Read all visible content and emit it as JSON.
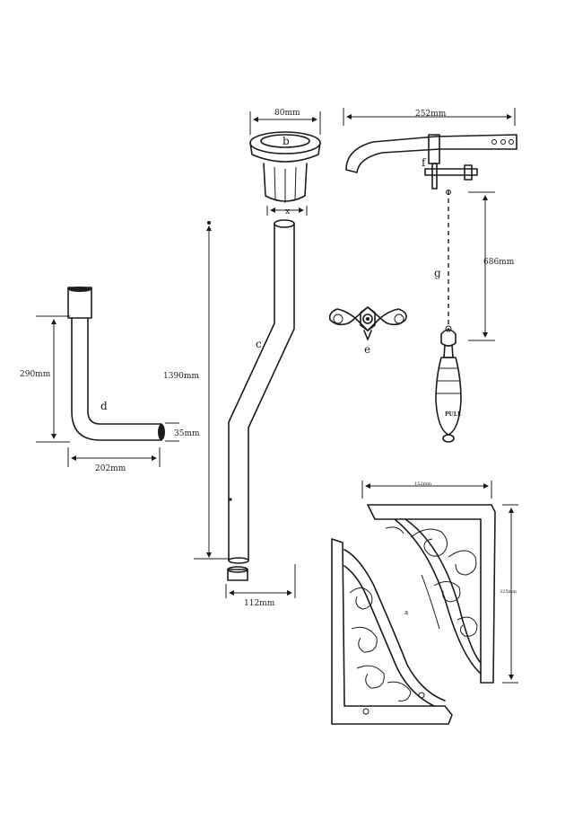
{
  "colors": {
    "ink": "#1c1c1c",
    "paper": "#ffffff"
  },
  "parts": {
    "a": {
      "letter": "a",
      "dim_width": "152mm",
      "dim_height": "325mm"
    },
    "b": {
      "letter": "b",
      "dim_top": "80mm",
      "dim_bottom": "x"
    },
    "c": {
      "letter": "c",
      "dim_height": "1390mm",
      "dim_offset": "112mm"
    },
    "d": {
      "letter": "d",
      "dim_height": "290mm",
      "dim_width": "202mm",
      "dim_dia": "35mm"
    },
    "e": {
      "letter": "e"
    },
    "f": {
      "letter": "f",
      "dim_width": "252mm"
    },
    "g": {
      "letter": "g",
      "dim_length": "686mm",
      "handle_text": "PULL"
    }
  }
}
